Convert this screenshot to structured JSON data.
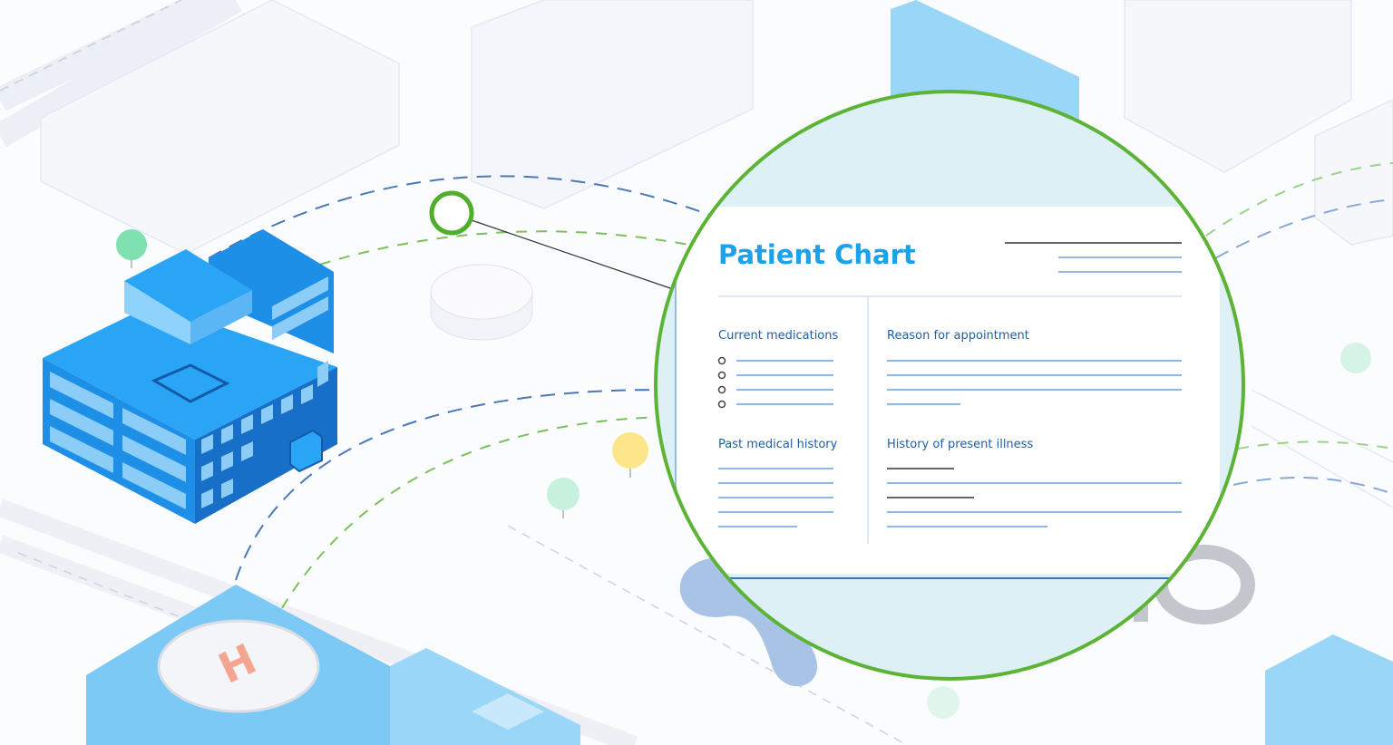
{
  "chart_card": {
    "title": "Patient Chart",
    "sections": {
      "current_medications": "Current medications",
      "reason_for_appointment": "Reason for appointment",
      "past_medical_history": "Past medical history",
      "history_of_present_illness": "History of present illness"
    }
  },
  "colors": {
    "accent_green": "#5cb335",
    "title_blue": "#1aa3ec",
    "section_blue": "#1d5fa8",
    "building_blue": "#1e9af0",
    "line_blue": "#6f9fd8"
  },
  "icons": [
    "hospital-building-icon",
    "helipad-icon",
    "magnifier-circle-icon",
    "tree-icon"
  ]
}
